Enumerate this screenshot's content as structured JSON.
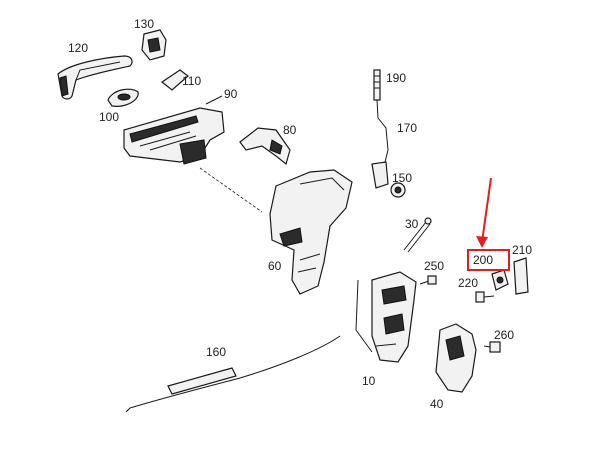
{
  "diagram": {
    "callouts": [
      {
        "id": "p10",
        "label": "10"
      },
      {
        "id": "p30",
        "label": "30"
      },
      {
        "id": "p40",
        "label": "40"
      },
      {
        "id": "p60",
        "label": "60"
      },
      {
        "id": "p80",
        "label": "80"
      },
      {
        "id": "p90",
        "label": "90"
      },
      {
        "id": "p100",
        "label": "100"
      },
      {
        "id": "p110",
        "label": "110"
      },
      {
        "id": "p120",
        "label": "120"
      },
      {
        "id": "p130",
        "label": "130"
      },
      {
        "id": "p150",
        "label": "150"
      },
      {
        "id": "p160",
        "label": "160"
      },
      {
        "id": "p170",
        "label": "170"
      },
      {
        "id": "p190",
        "label": "190"
      },
      {
        "id": "p200",
        "label": "200"
      },
      {
        "id": "p210",
        "label": "210"
      },
      {
        "id": "p220",
        "label": "220"
      },
      {
        "id": "p250",
        "label": "250"
      },
      {
        "id": "p260",
        "label": "260"
      }
    ],
    "highlight": {
      "target": "200",
      "color": "#e02020"
    }
  }
}
